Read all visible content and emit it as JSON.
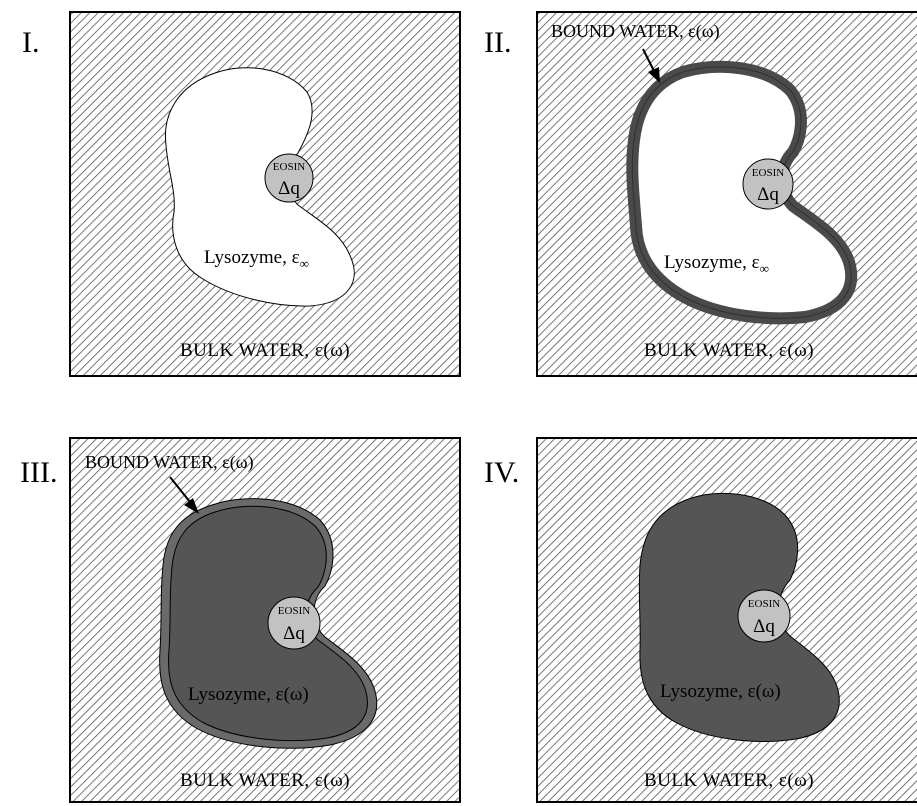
{
  "panels": [
    {
      "numeral": "I.",
      "eosin": "EOSIN",
      "charge": "Δq",
      "protein_label": "Lysozyme, ε",
      "protein_sub": "∞",
      "bulk_label": "BULK WATER, ε(ω)",
      "bound_label": "",
      "protein_fill": "#ffffff",
      "shell": "none"
    },
    {
      "numeral": "II.",
      "eosin": "EOSIN",
      "charge": "Δq",
      "protein_label": "Lysozyme, ε",
      "protein_sub": "∞",
      "bulk_label": "BULK WATER, ε(ω)",
      "bound_label": "BOUND WATER, ε(ω)",
      "protein_fill": "#ffffff",
      "shell": "thick"
    },
    {
      "numeral": "III.",
      "eosin": "EOSIN",
      "charge": "Δq",
      "protein_label": "Lysozyme, ε(ω)",
      "protein_sub": "",
      "bulk_label": "BULK WATER, ε(ω)",
      "bound_label": "BOUND WATER, ε(ω)",
      "protein_fill": "#555555",
      "shell": "thin"
    },
    {
      "numeral": "IV.",
      "eosin": "EOSIN",
      "charge": "Δq",
      "protein_label": "Lysozyme, ε(ω)",
      "protein_sub": "",
      "bulk_label": "BULK WATER, ε(ω)",
      "bound_label": "",
      "protein_fill": "#555555",
      "shell": "none"
    }
  ],
  "colors": {
    "hatch": "#555555",
    "box_bg": "#ffffff",
    "eosin": "#c2c2c2",
    "dark_protein": "#555555",
    "shell": "#4a4a4a"
  }
}
